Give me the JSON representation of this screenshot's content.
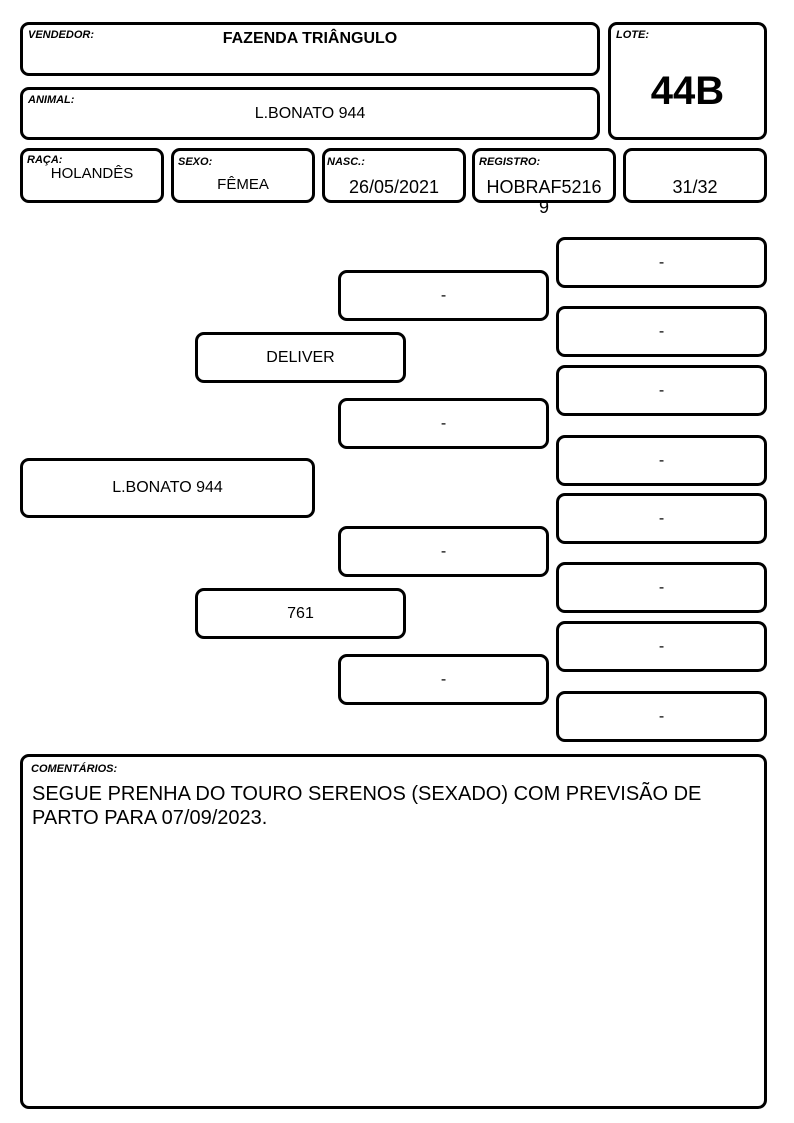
{
  "header": {
    "vendedor": {
      "label": "VENDEDOR:",
      "value": "FAZENDA TRIÂNGULO"
    },
    "lote": {
      "label": "LOTE:",
      "value": "44B"
    },
    "animal": {
      "label": "ANIMAL:",
      "value": "L.BONATO 944"
    }
  },
  "details": {
    "raca": {
      "label": "RAÇA:",
      "value": "HOLANDÊS"
    },
    "sexo": {
      "label": "SEXO:",
      "value": "FÊMEA"
    },
    "nasc": {
      "label": "NASC.:",
      "value": "26/05/2021"
    },
    "registro": {
      "label": "REGISTRO:",
      "value": "HOBRAF5216",
      "overflow": "9"
    },
    "grau": {
      "value": "31/32"
    }
  },
  "pedigree": {
    "animal": "L.BONATO 944",
    "sire": "DELIVER",
    "dam": "761",
    "grandparents": [
      "-",
      "-",
      "-",
      "-"
    ],
    "great_grandparents": [
      "-",
      "-",
      "-",
      "-",
      "-",
      "-",
      "-",
      "-"
    ]
  },
  "comments": {
    "label": "COMENTÁRIOS:",
    "text": "SEGUE PRENHA DO TOURO SERENOS (SEXADO) COM PREVISÃO DE PARTO PARA 07/09/2023."
  }
}
